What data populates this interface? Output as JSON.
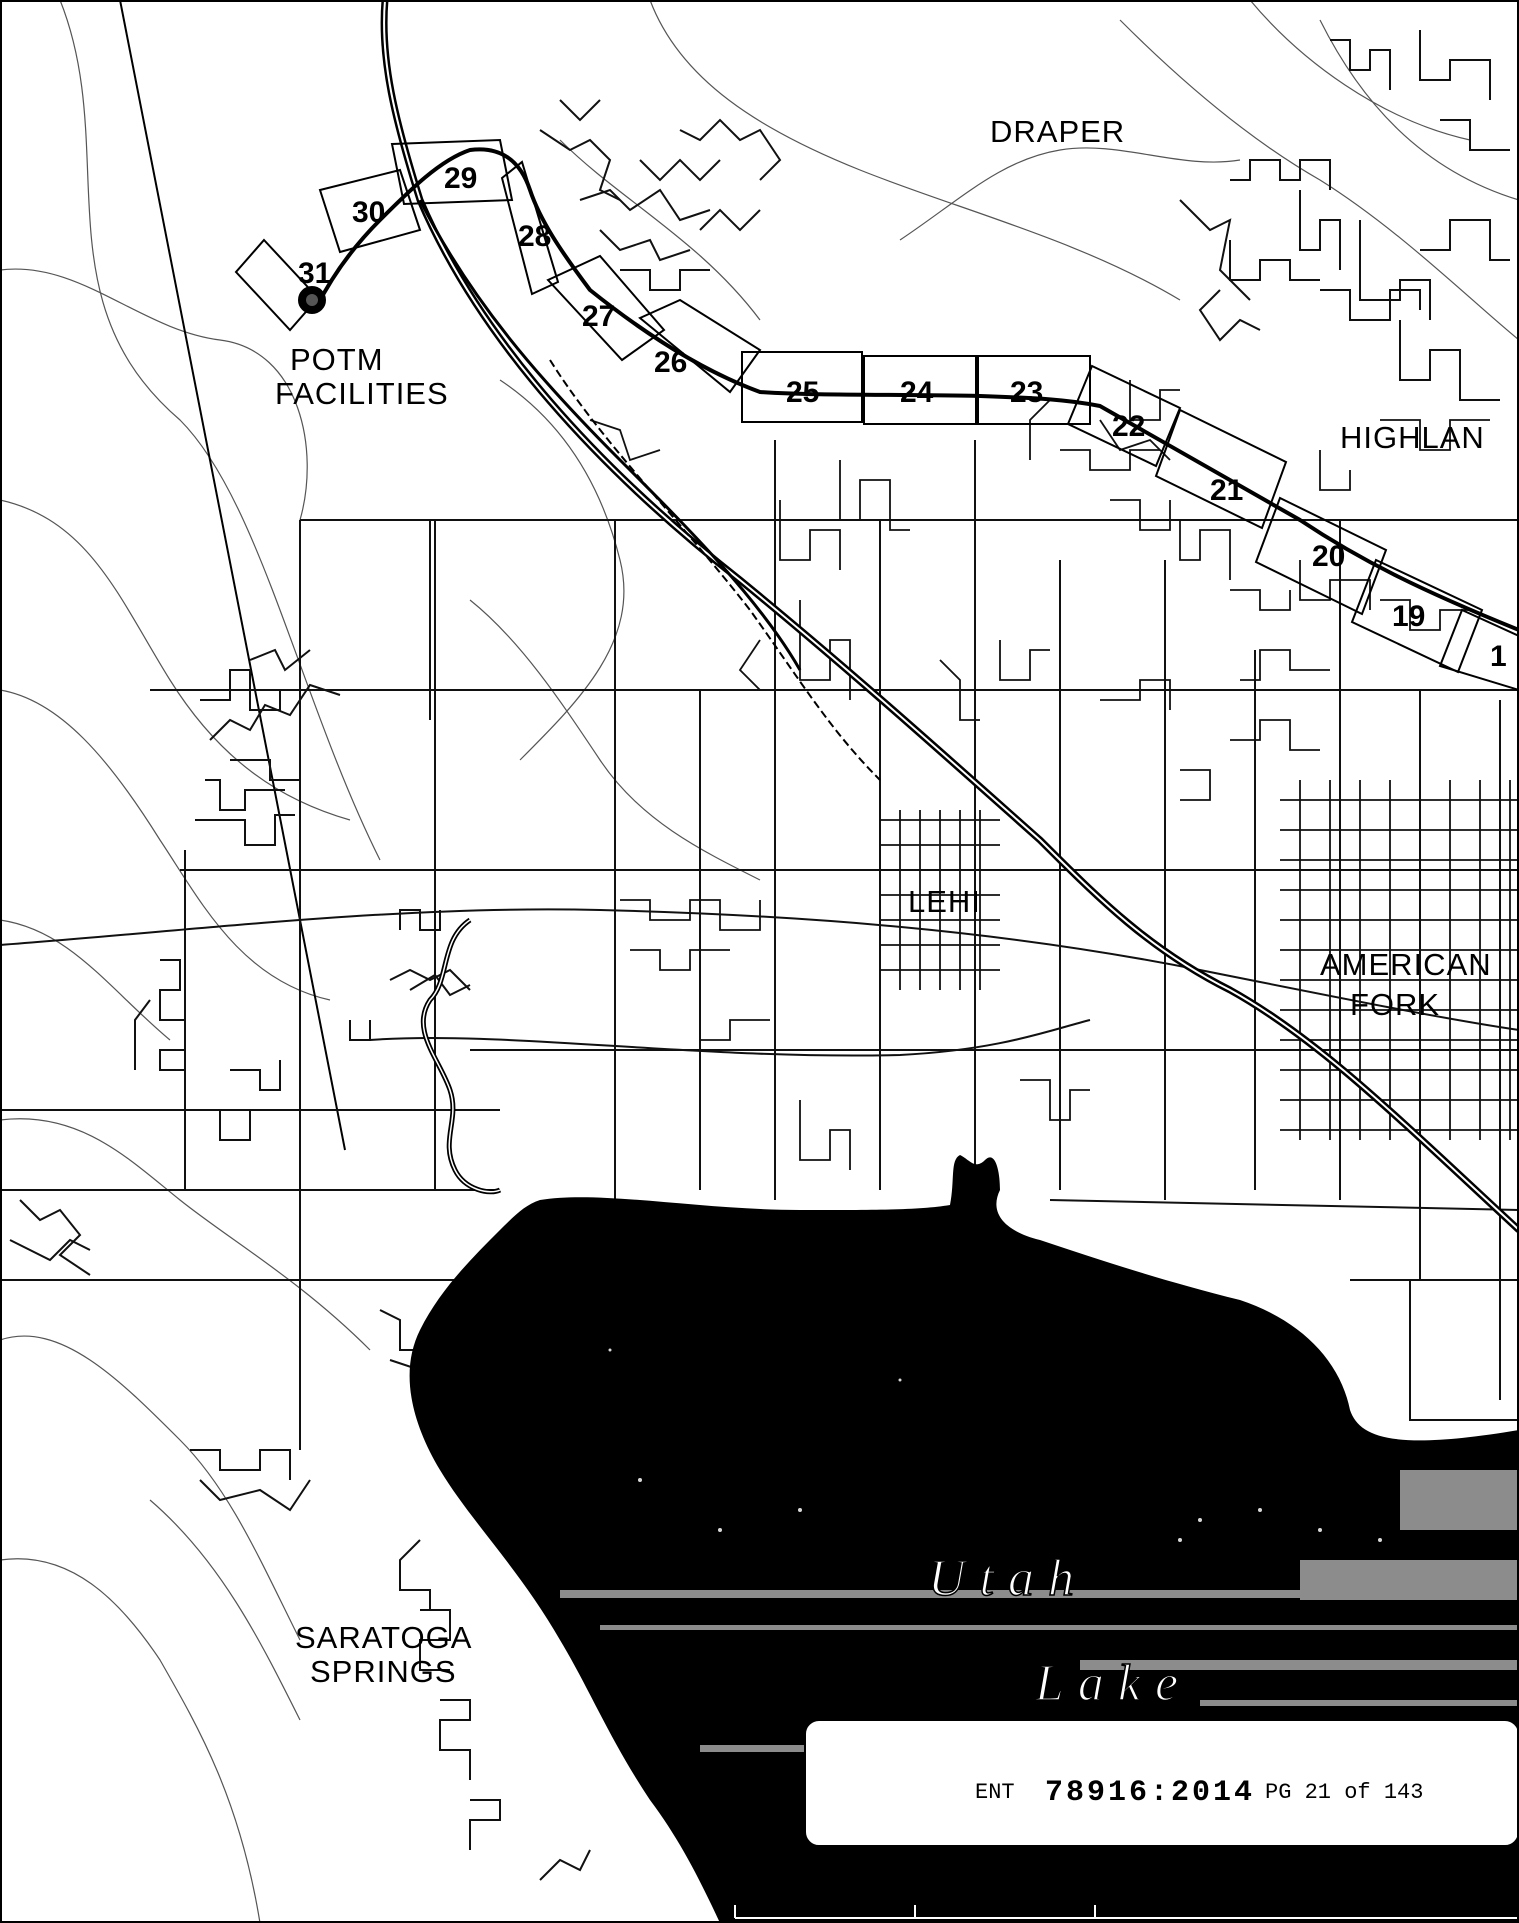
{
  "labels": {
    "draper": "DRAPER",
    "highland": "HIGHLAN",
    "american": "AMERICAN",
    "fork": "FORK",
    "lehi": "LEHI",
    "potm_line1": "POTM",
    "potm_line2": "FACILITIES",
    "saratoga_line1": "SARATOGA",
    "saratoga_line2": "SPRINGS",
    "lake_line1": "Utah",
    "lake_line2": "Lake"
  },
  "segments": [
    {
      "id": "31",
      "label": "31"
    },
    {
      "id": "30",
      "label": "30"
    },
    {
      "id": "29",
      "label": "29"
    },
    {
      "id": "28",
      "label": "28"
    },
    {
      "id": "27",
      "label": "27"
    },
    {
      "id": "26",
      "label": "26"
    },
    {
      "id": "25",
      "label": "25"
    },
    {
      "id": "24",
      "label": "24"
    },
    {
      "id": "23",
      "label": "23"
    },
    {
      "id": "22",
      "label": "22"
    },
    {
      "id": "21",
      "label": "21"
    },
    {
      "id": "20",
      "label": "20"
    },
    {
      "id": "19",
      "label": "19"
    },
    {
      "id": "18",
      "label": "1"
    }
  ],
  "recording_stamp": {
    "prefix": "ENT",
    "number": "78916:2014",
    "page": "PG 21 of 143"
  },
  "scale_bar": {
    "ticks": [
      "0",
      "1.25",
      "2.5"
    ]
  },
  "colors": {
    "lake": "#000000",
    "roads": "#111111",
    "background": "#ffffff"
  }
}
